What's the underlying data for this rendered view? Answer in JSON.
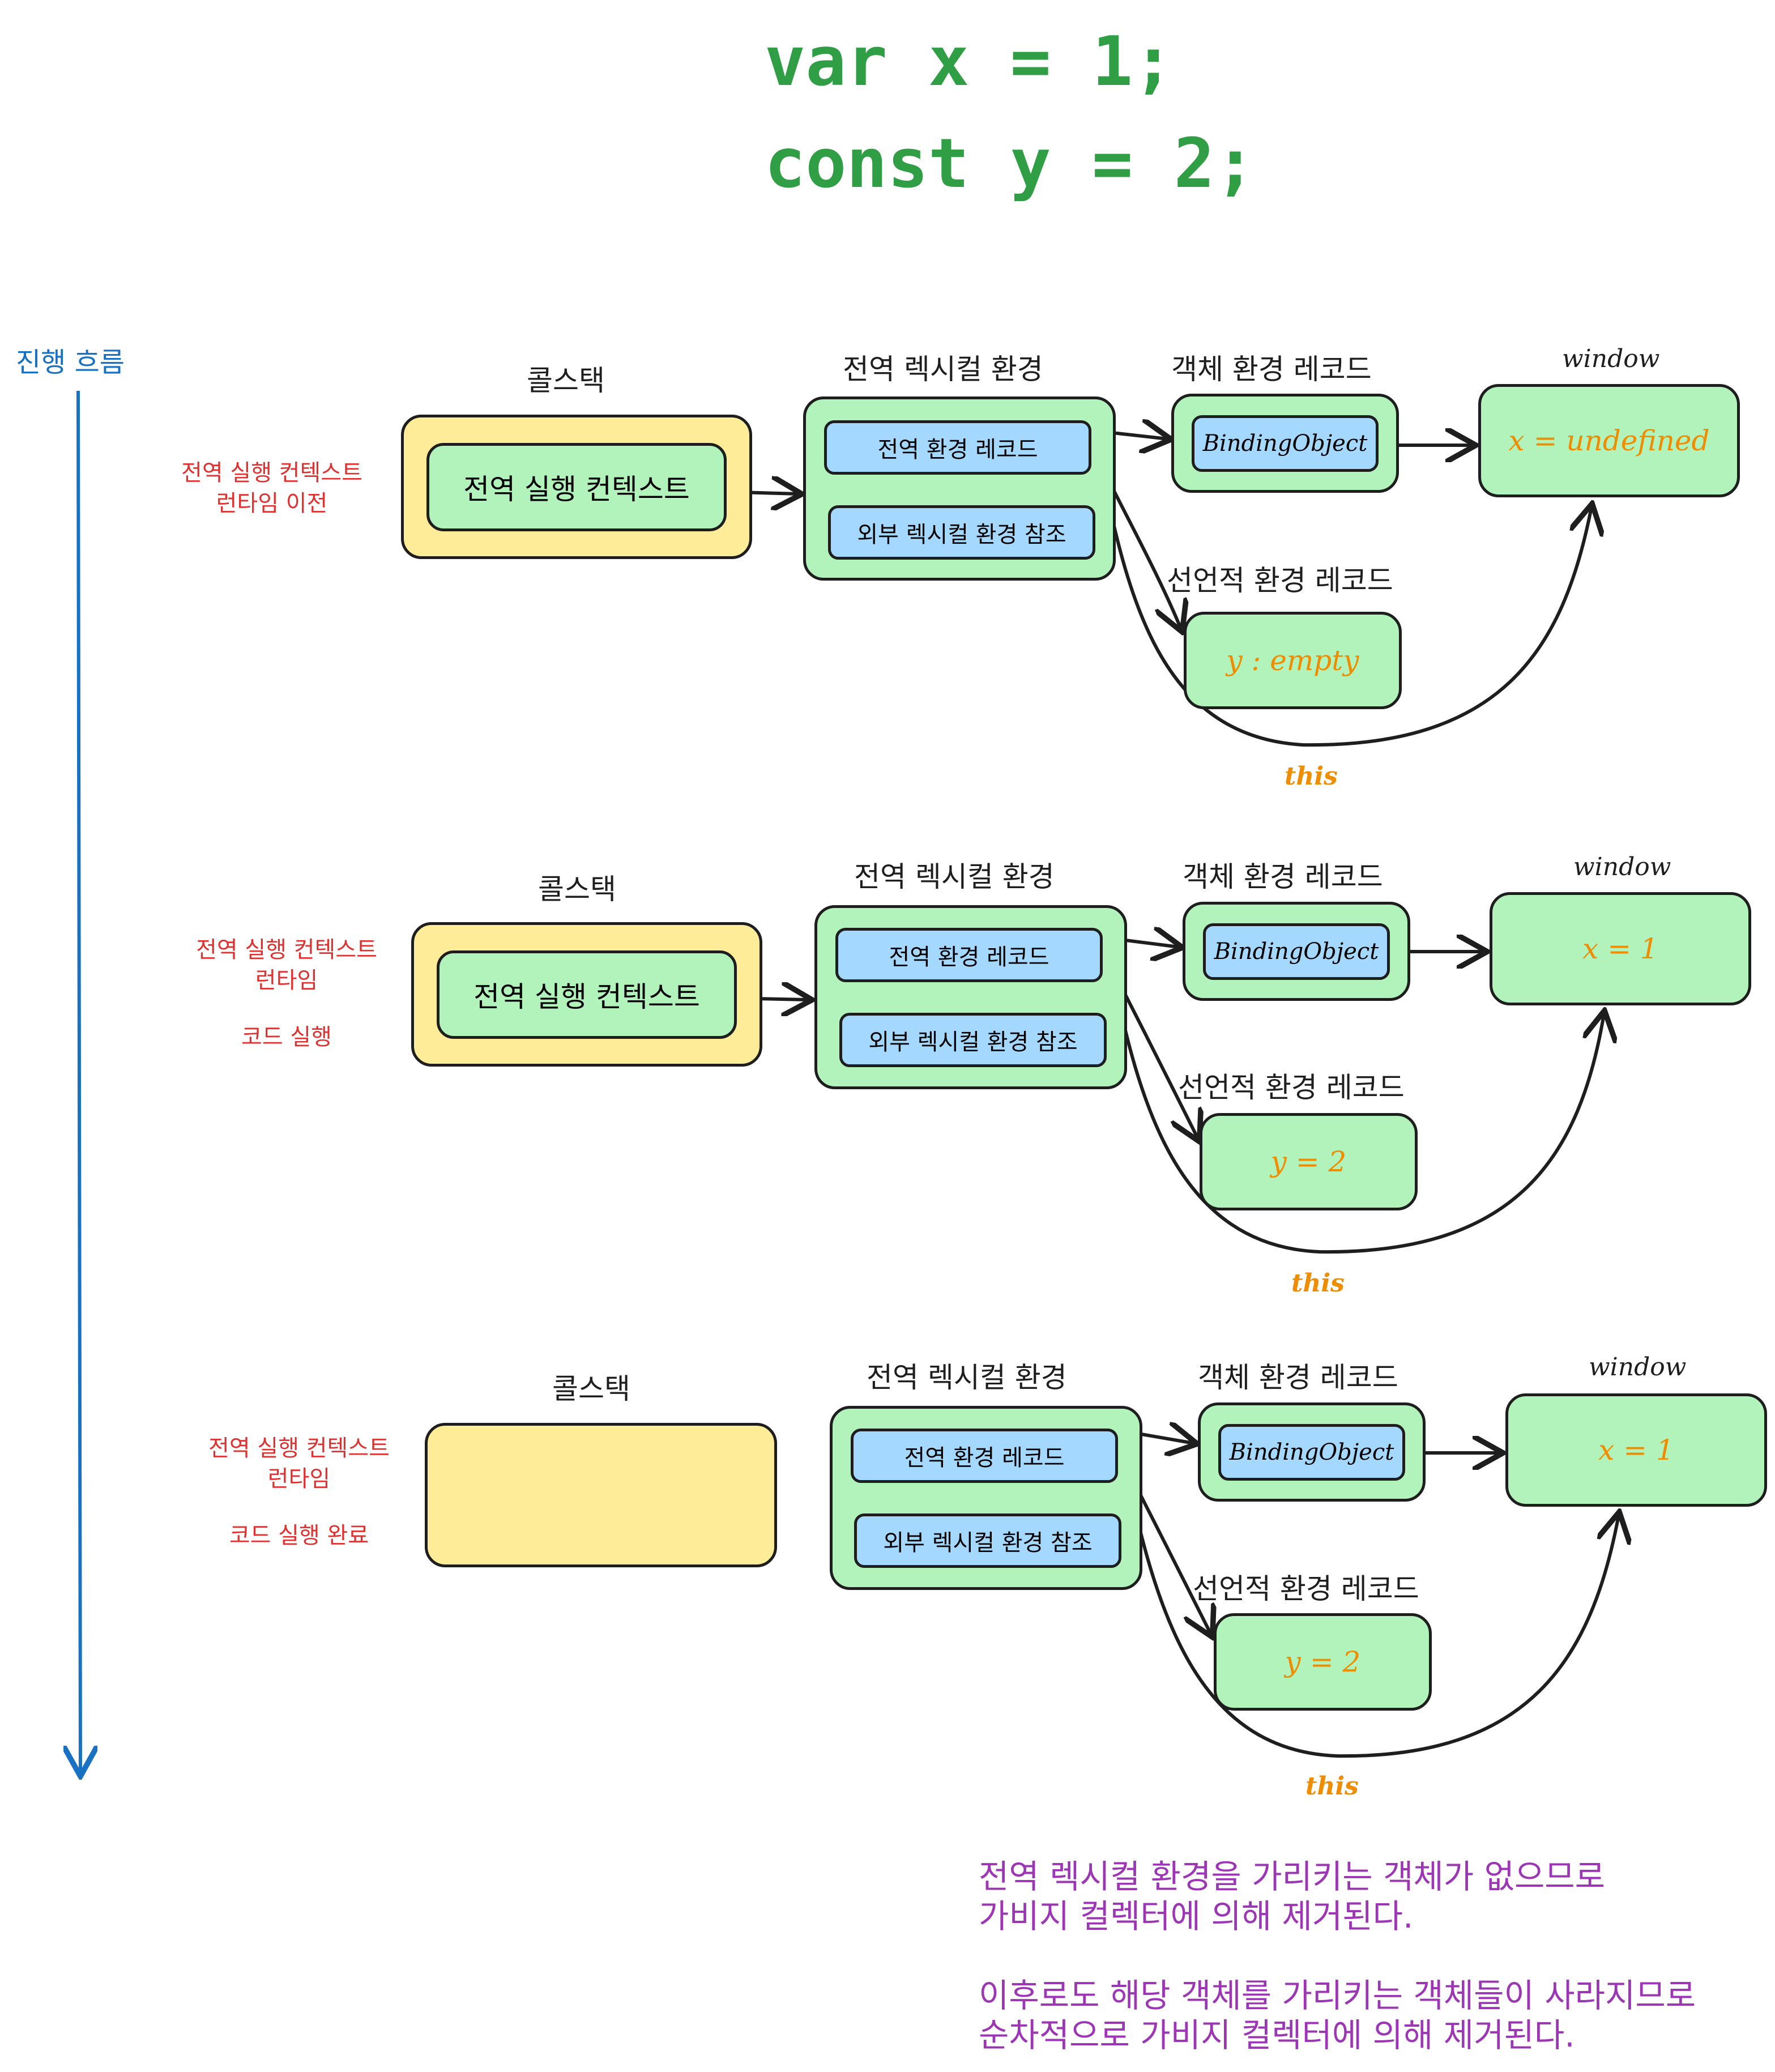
{
  "code": {
    "line1": "var x = 1;",
    "line2": "const y = 2;"
  },
  "flow_label": "진행 흐름",
  "headers": {
    "call_stack": "콜스택",
    "global_lexical_env": "전역 렉시컬 환경",
    "object_env_record": "객체 환경 레코드",
    "window": "window",
    "declarative_env_record": "선언적 환경 레코드",
    "this": "this"
  },
  "labels": {
    "global_exec_ctx": "전역 실행 컨텍스트",
    "global_env_record": "전역 환경 레코드",
    "outer_lexical_env_ref": "외부 렉시컬 환경 참조",
    "binding_object": "BindingObject"
  },
  "stages": [
    {
      "phase_line1": "전역 실행 컨텍스트",
      "phase_line2": "런타임 이전",
      "phase_line3": "",
      "window_value": "x = undefined",
      "declarative_value": "y : empty"
    },
    {
      "phase_line1": "전역 실행 컨텍스트",
      "phase_line2": "런타임",
      "phase_line3": "코드 실행",
      "window_value": "x = 1",
      "declarative_value": "y = 2"
    },
    {
      "phase_line1": "전역 실행 컨텍스트",
      "phase_line2": "런타임",
      "phase_line3": "코드 실행 완료",
      "window_value": "x = 1",
      "declarative_value": "y = 2"
    }
  ],
  "note": {
    "line1": "전역 렉시컬 환경을 가리키는 객체가 없으므로",
    "line2": "가비지 컬렉터에 의해 제거된다.",
    "line3": "이후로도 해당 객체를 가리키는 객체들이 사라지므로",
    "line4": "순차적으로 가비지 컬렉터에 의해 제거된다."
  },
  "colors": {
    "call_stack_fill": "#ffec99",
    "env_fill": "#b2f2bb",
    "record_fill": "#a5d8ff",
    "code_text": "#2f9e44",
    "phase_text": "#e03131",
    "value_text": "#f08c00",
    "note_text": "#9c36b5",
    "flow_arrow": "#1971c2"
  }
}
